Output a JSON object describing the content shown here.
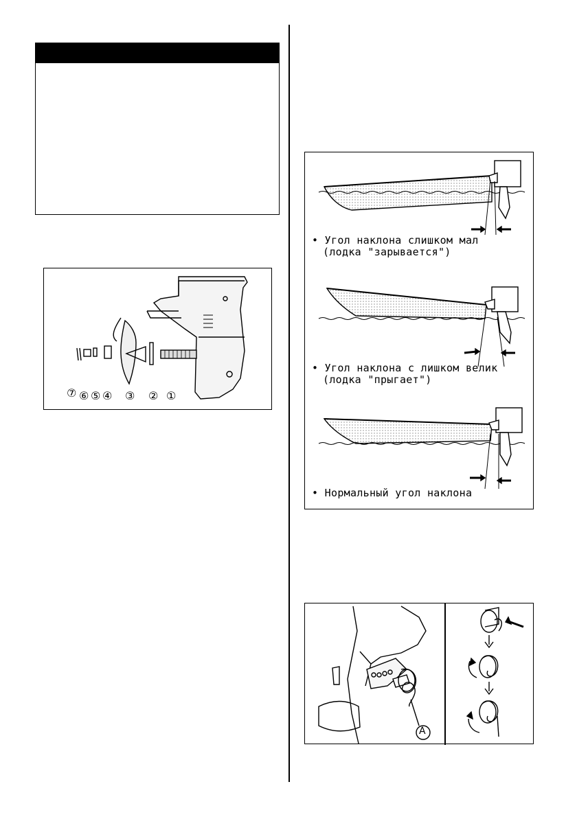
{
  "propeller_figure": {
    "callouts": [
      "⑦",
      "⑥",
      "⑤",
      "④",
      "③",
      "②",
      "①"
    ]
  },
  "trim_figure": {
    "captions": [
      {
        "line1": "• Угол наклона слишком мал",
        "line2": "(лодка \"зарывается\")"
      },
      {
        "line1": "• Угол наклона с лишком велик",
        "line2": "(лодка \"прыгает\")"
      },
      {
        "line1": "• Нормальный угол наклона",
        "line2": ""
      }
    ]
  },
  "cotter_figure": {
    "label": "A"
  }
}
